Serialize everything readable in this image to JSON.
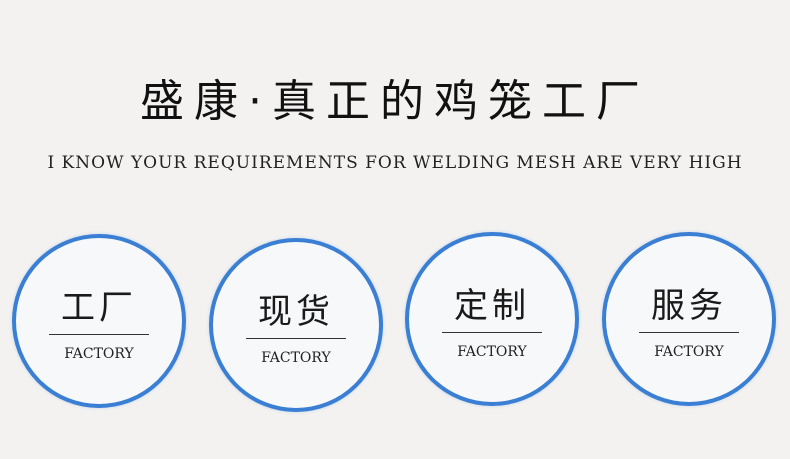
{
  "header": {
    "title": "盛康·真正的鸡笼工厂",
    "subtitle": "I KNOW YOUR REQUIREMENTS FOR WELDING MESH ARE VERY HIGH"
  },
  "features": [
    {
      "label": "工厂",
      "sub": "FACTORY"
    },
    {
      "label": "现货",
      "sub": "FACTORY"
    },
    {
      "label": "定制",
      "sub": "FACTORY"
    },
    {
      "label": "服务",
      "sub": "FACTORY"
    }
  ],
  "colors": {
    "background": "#f3f2f1",
    "circle_border": "#3a7fd4",
    "circle_fill": "#f7f8fa",
    "text": "#111111"
  }
}
